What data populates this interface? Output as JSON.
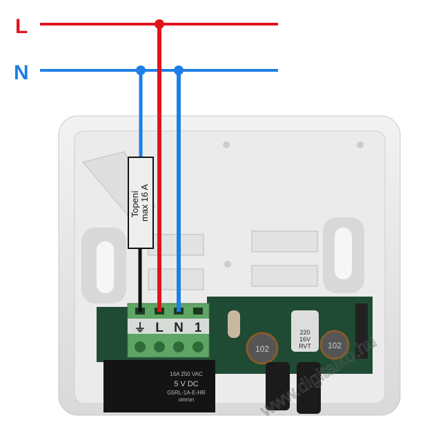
{
  "wires": {
    "line_label": "L",
    "neutral_label": "N",
    "line_color": "#e0141e",
    "neutral_color": "#1e7ee8",
    "load_color": "#111111"
  },
  "load_label": {
    "line1": "Topení",
    "line2": "max 16 A"
  },
  "terminals": [
    "⏚",
    "L",
    "N",
    "1"
  ],
  "components": {
    "capacitor": [
      "220",
      "16V",
      "RVT"
    ],
    "inductor1": "102",
    "inductor2": "102",
    "relay_lines": [
      "omron",
      "G5RL-1A-E-HR",
      "5 V DC",
      "16A 250 VAC"
    ]
  },
  "watermark": "www.digitalko.hu"
}
